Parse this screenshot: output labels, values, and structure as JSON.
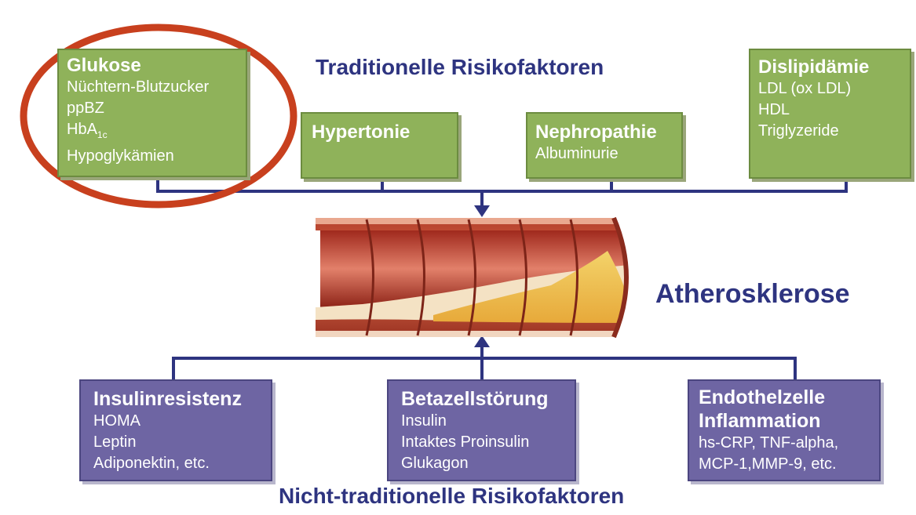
{
  "headings": {
    "traditional": "Traditionelle Risikofaktoren",
    "center": "Atherosklerose",
    "non_traditional": "Nicht-traditionelle Risikofaktoren"
  },
  "traditional_boxes": {
    "glukose": {
      "title": "Glukose",
      "items": [
        "Nüchtern-Blutzucker",
        "ppBZ",
        "HbA",
        "Hypoglykämien"
      ],
      "hba_subscript": "1c"
    },
    "hypertonie": {
      "title": "Hypertonie"
    },
    "nephropathie": {
      "title": "Nephropathie",
      "items": [
        "Albuminurie"
      ]
    },
    "dislipidaemie": {
      "title": "Dislipidämie",
      "items": [
        "LDL (ox LDL)",
        "HDL",
        "Triglyzeride"
      ]
    }
  },
  "non_traditional_boxes": {
    "insulinresistenz": {
      "title": "Insulinresistenz",
      "items": [
        "HOMA",
        "Leptin",
        "Adiponektin, etc."
      ]
    },
    "betazell": {
      "title": "Betazellstörung",
      "items": [
        "Insulin",
        "Intaktes Proinsulin",
        "Glukagon"
      ]
    },
    "endothel": {
      "title_lines": [
        "Endothelzelle",
        "Inflammation"
      ],
      "items": [
        "hs-CRP, TNF-alpha,",
        "MCP-1,MMP-9, etc."
      ]
    }
  },
  "colors": {
    "green_box": "#8fb25a",
    "purple_box": "#6e65a3",
    "heading_text": "#2e3480",
    "highlight_ellipse": "#c8401e"
  },
  "icons": [
    "artery-cross-section-illustration",
    "highlight-ellipse"
  ]
}
